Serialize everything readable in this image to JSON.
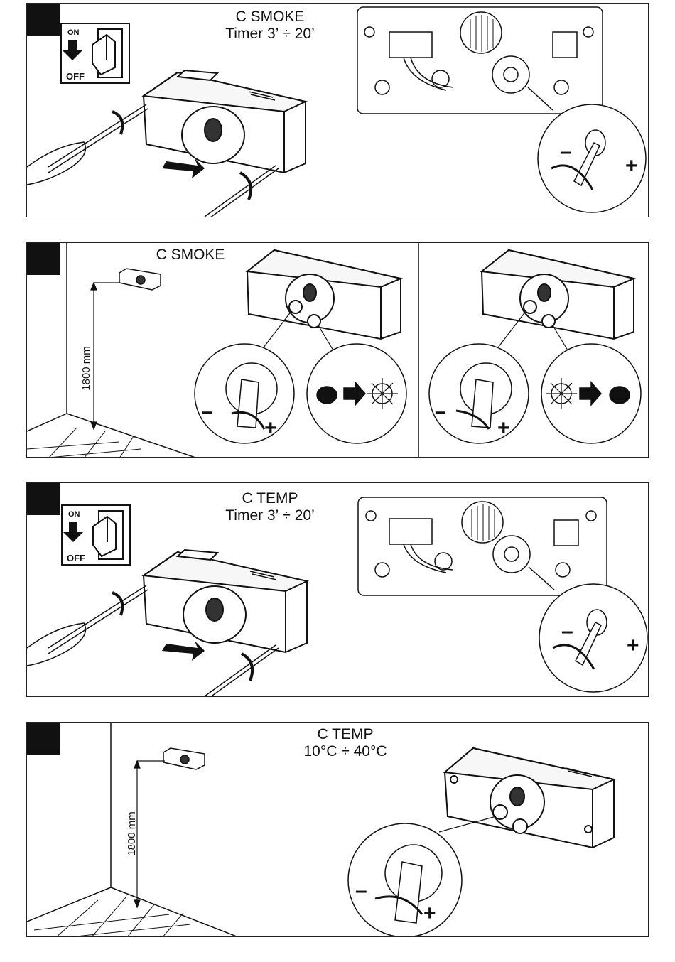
{
  "panel1": {
    "title_line1": "C  SMOKE",
    "title_line2": "Timer 3’ ÷ 20’",
    "switch_on": "ON",
    "switch_off": "OFF"
  },
  "panel2": {
    "title": "C  SMOKE",
    "dimension": "1800 mm"
  },
  "panel3": {
    "title_line1": "C  TEMP",
    "title_line2": "Timer 3’ ÷ 20’",
    "switch_on": "ON",
    "switch_off": "OFF"
  },
  "panel4": {
    "title_line1": "C  TEMP",
    "title_line2": "10°C ÷ 40°C",
    "dimension": "1800 mm"
  },
  "symbols": {
    "minus": "–",
    "plus": "+"
  }
}
